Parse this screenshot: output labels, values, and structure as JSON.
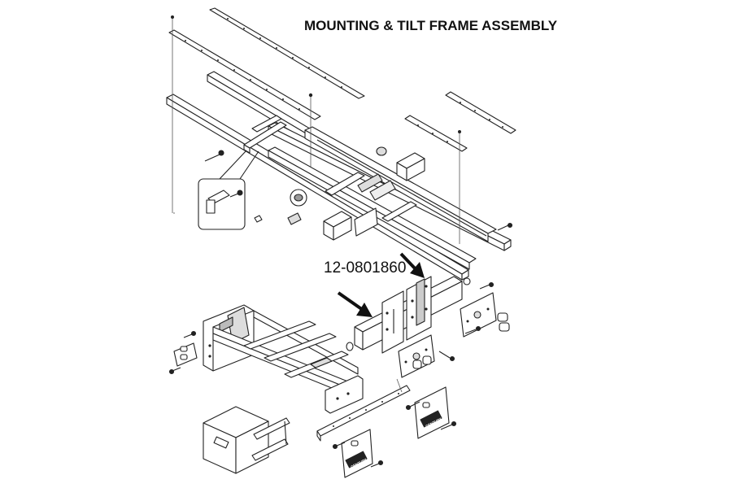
{
  "title": "MOUNTING & TILT FRAME ASSEMBLY",
  "callout": {
    "part_number": "12-0801860"
  },
  "decals": [
    {
      "id": "decal-1",
      "text": "CENTURY"
    },
    {
      "id": "decal-2",
      "text": "CENTURY"
    }
  ],
  "colors": {
    "line": "#222222",
    "fill": "#ffffff",
    "shade": "#c8c8c8",
    "arrow": "#111111"
  }
}
